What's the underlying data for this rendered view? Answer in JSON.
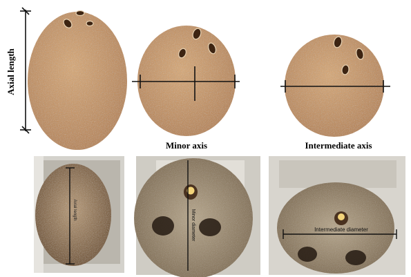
{
  "labels": {
    "axial_length": "Axial length",
    "minor_axis": "Minor axis",
    "intermediate_axis": "Intermediate axis",
    "photo_axial": "Axial length",
    "photo_minor": "Minor diameter",
    "photo_intermediate": "Intermediate diameter"
  },
  "colors": {
    "coconut_fill": "#c99666",
    "coconut_texture": "#a9764a",
    "eye": "#3d2412",
    "photo_background": "#d9d6cf",
    "photo_board": "#b9b4a8",
    "husk": "#8e6a45",
    "shell_face": "#9a8a72",
    "axis_line": "#111111"
  }
}
